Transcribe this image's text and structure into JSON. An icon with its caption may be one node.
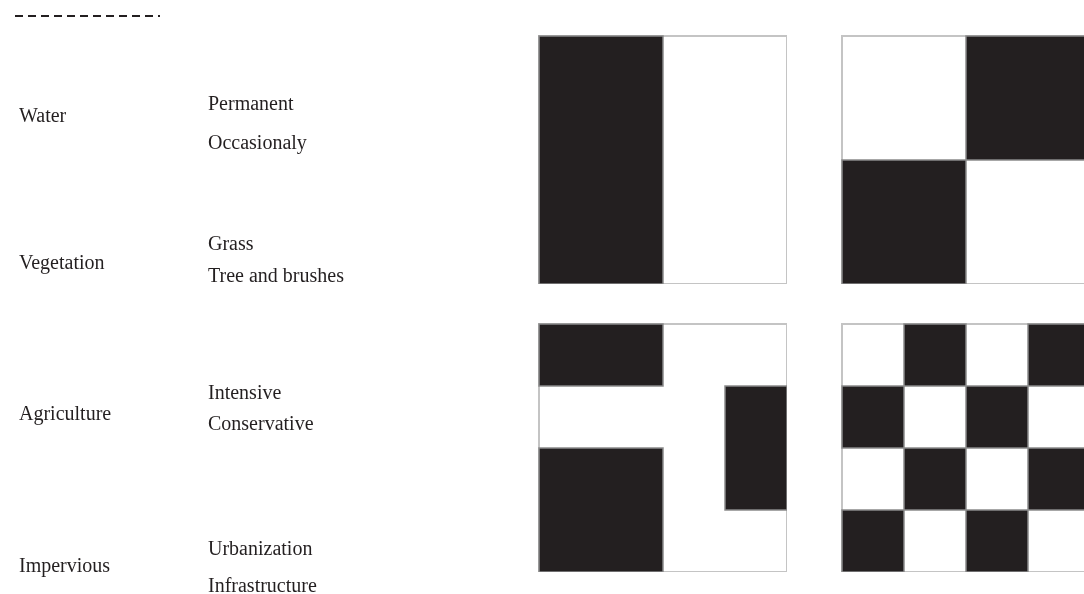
{
  "diagram": {
    "labels": [
      "Water",
      "Permanent",
      "Occasionaly",
      "Vegetation",
      "Grass",
      "Tree and brushes",
      "Agriculture",
      "Intensive",
      "Conservative",
      "Impervious",
      "Urbanization",
      "Infrastructure"
    ]
  }
}
